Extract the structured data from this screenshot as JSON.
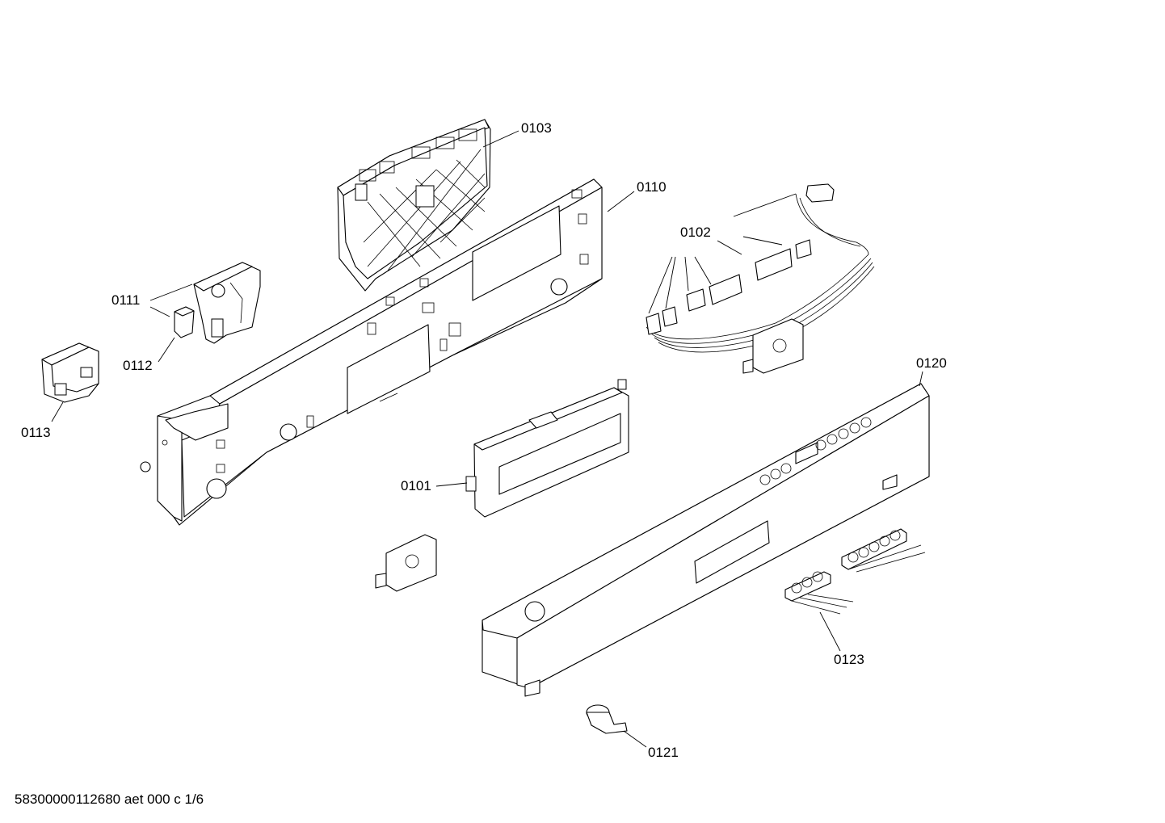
{
  "labels": {
    "p0101": "0101",
    "p0102": "0102",
    "p0103": "0103",
    "p0110": "0110",
    "p0111": "0111",
    "p0112": "0112",
    "p0113": "0113",
    "p0120": "0120",
    "p0121": "0121",
    "p0123": "0123"
  },
  "footer": {
    "document_id": "58300000112680 aet 000 c 1/6"
  }
}
